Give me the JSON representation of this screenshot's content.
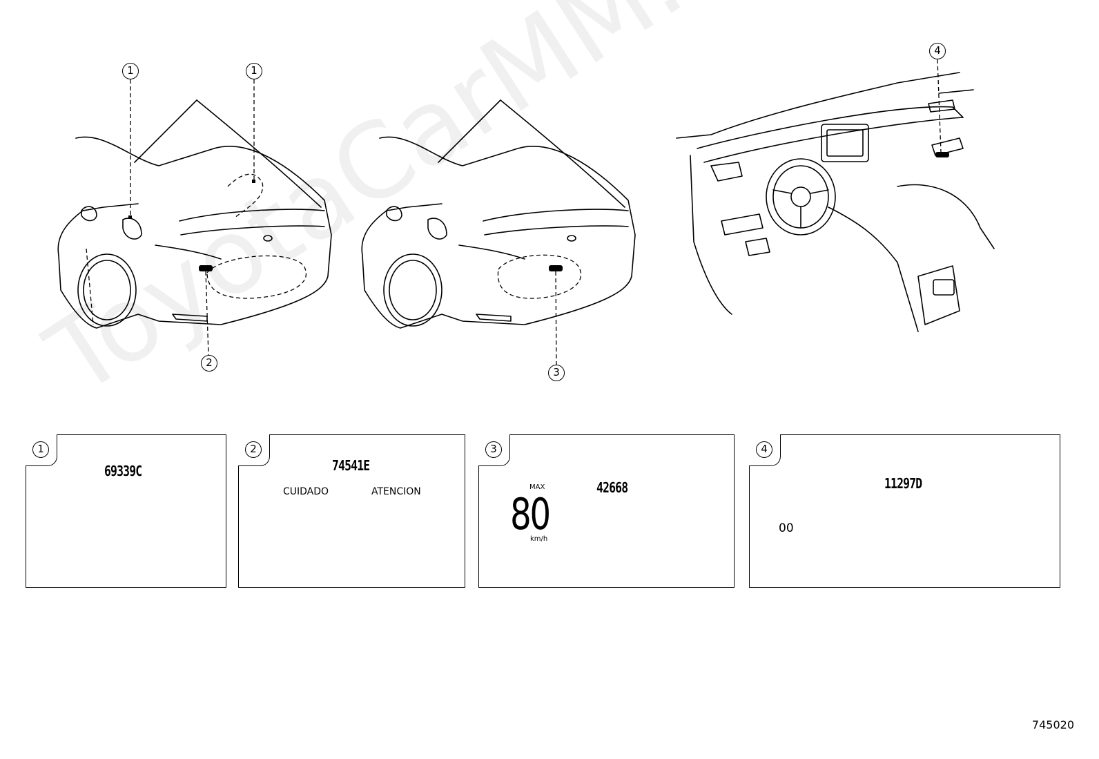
{
  "callouts": {
    "c1": "1",
    "c2": "2",
    "c3": "3",
    "c4": "4"
  },
  "labels": [
    {
      "callout": "1",
      "part_number": "69339C"
    },
    {
      "callout": "2",
      "part_number": "74541E",
      "left_heading": "CUIDADO",
      "right_heading": "ATENCION"
    },
    {
      "callout": "3",
      "part_number": "42668",
      "speed_value": "80",
      "speed_max": "MAX",
      "speed_unit": "km/h"
    },
    {
      "callout": "4",
      "part_number": "11297D",
      "code_box": "00"
    }
  ],
  "page_code": "745020",
  "watermark": "ToyotaCarMM.ru"
}
